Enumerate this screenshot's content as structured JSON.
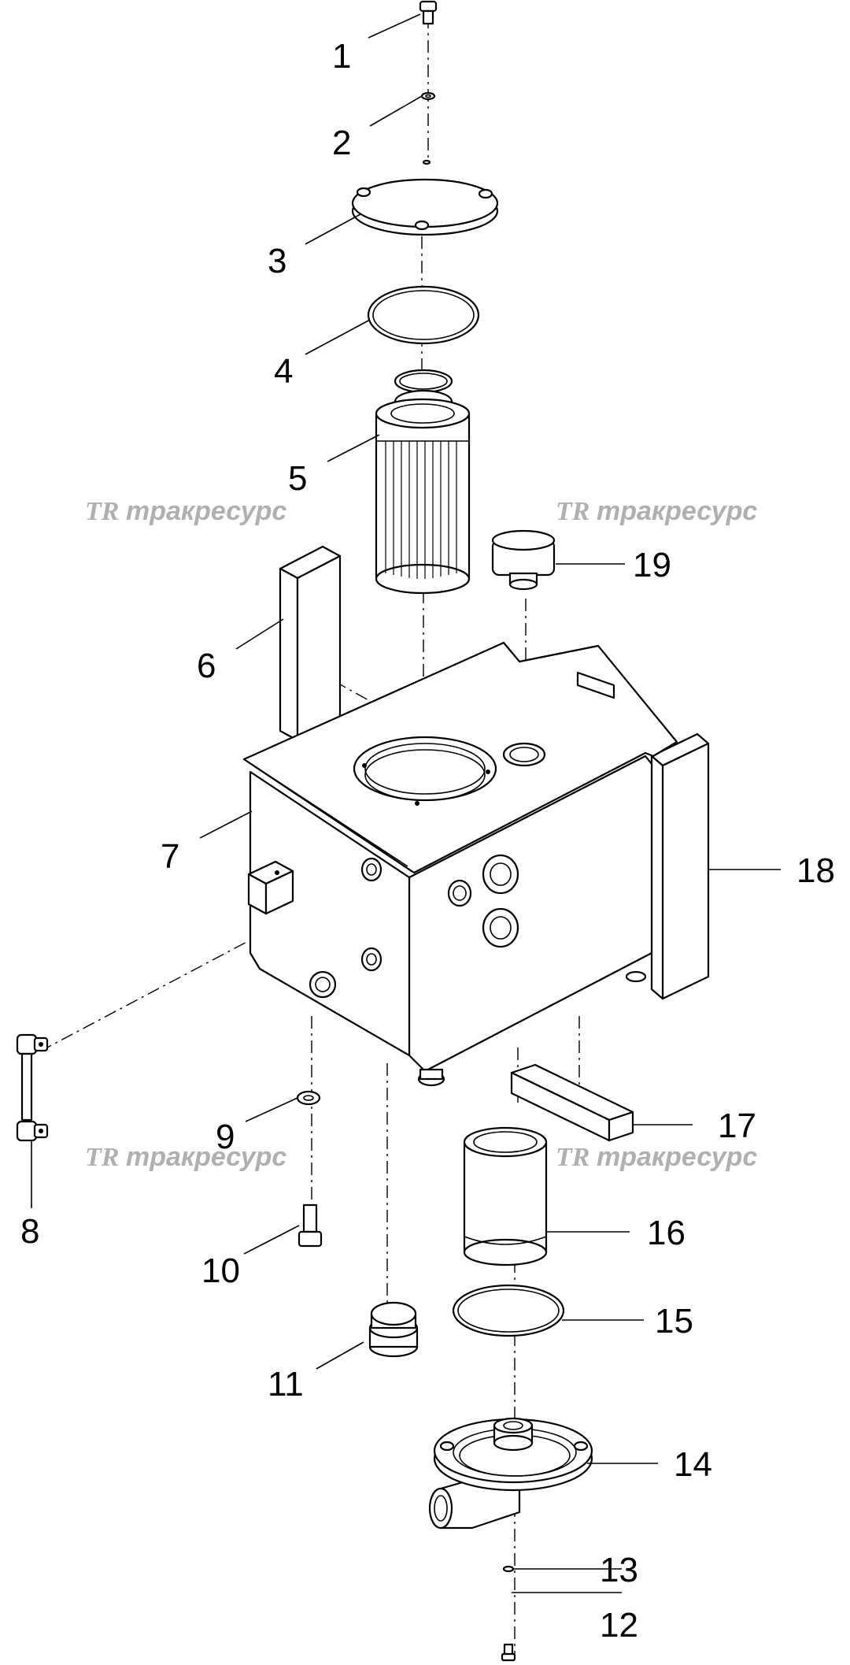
{
  "watermark": {
    "brand": "тракресурс",
    "logo": "TR-logo"
  },
  "callouts": [
    {
      "id": "1",
      "label": "1"
    },
    {
      "id": "2",
      "label": "2"
    },
    {
      "id": "3",
      "label": "3"
    },
    {
      "id": "4",
      "label": "4"
    },
    {
      "id": "5",
      "label": "5"
    },
    {
      "id": "6",
      "label": "6"
    },
    {
      "id": "7",
      "label": "7"
    },
    {
      "id": "8",
      "label": "8"
    },
    {
      "id": "9",
      "label": "9"
    },
    {
      "id": "10",
      "label": "10"
    },
    {
      "id": "11",
      "label": "11"
    },
    {
      "id": "12",
      "label": "12"
    },
    {
      "id": "13",
      "label": "13"
    },
    {
      "id": "14",
      "label": "14"
    },
    {
      "id": "15",
      "label": "15"
    },
    {
      "id": "16",
      "label": "16"
    },
    {
      "id": "17",
      "label": "17"
    },
    {
      "id": "18",
      "label": "18"
    },
    {
      "id": "19",
      "label": "19"
    }
  ]
}
